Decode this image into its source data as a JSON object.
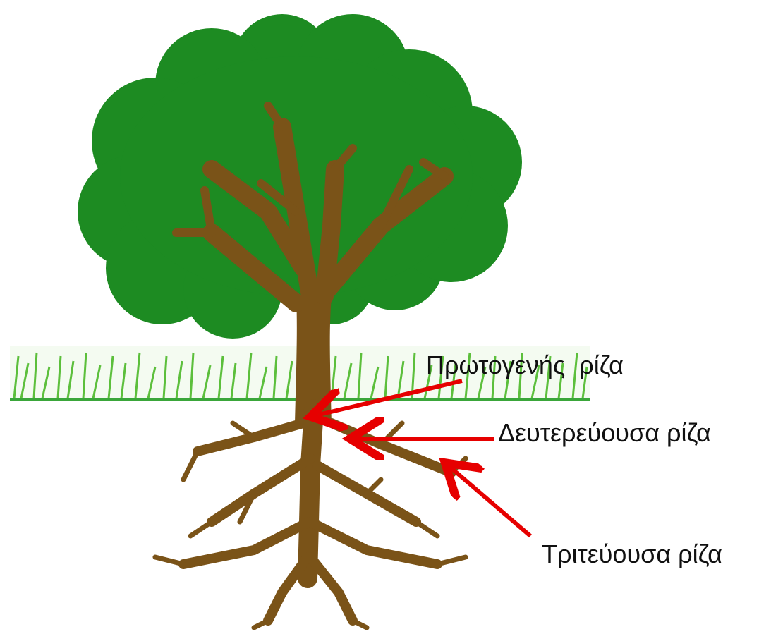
{
  "labels": {
    "primary_root": "Πρωτογενής  ρίζα",
    "secondary_root": "Δευτερεύουσα ρίζα",
    "tertiary_root": "Τριτεύουσα ρίζα"
  },
  "colors": {
    "canopy": "#1d8b22",
    "trunk": "#7a5318",
    "grass": "#5cbf3c",
    "grass_line": "#3aa63a",
    "arrow": "#e60000",
    "text": "#111111"
  },
  "icons": {
    "canopy": "tree-canopy-icon",
    "grass": "grass-strip-icon"
  }
}
